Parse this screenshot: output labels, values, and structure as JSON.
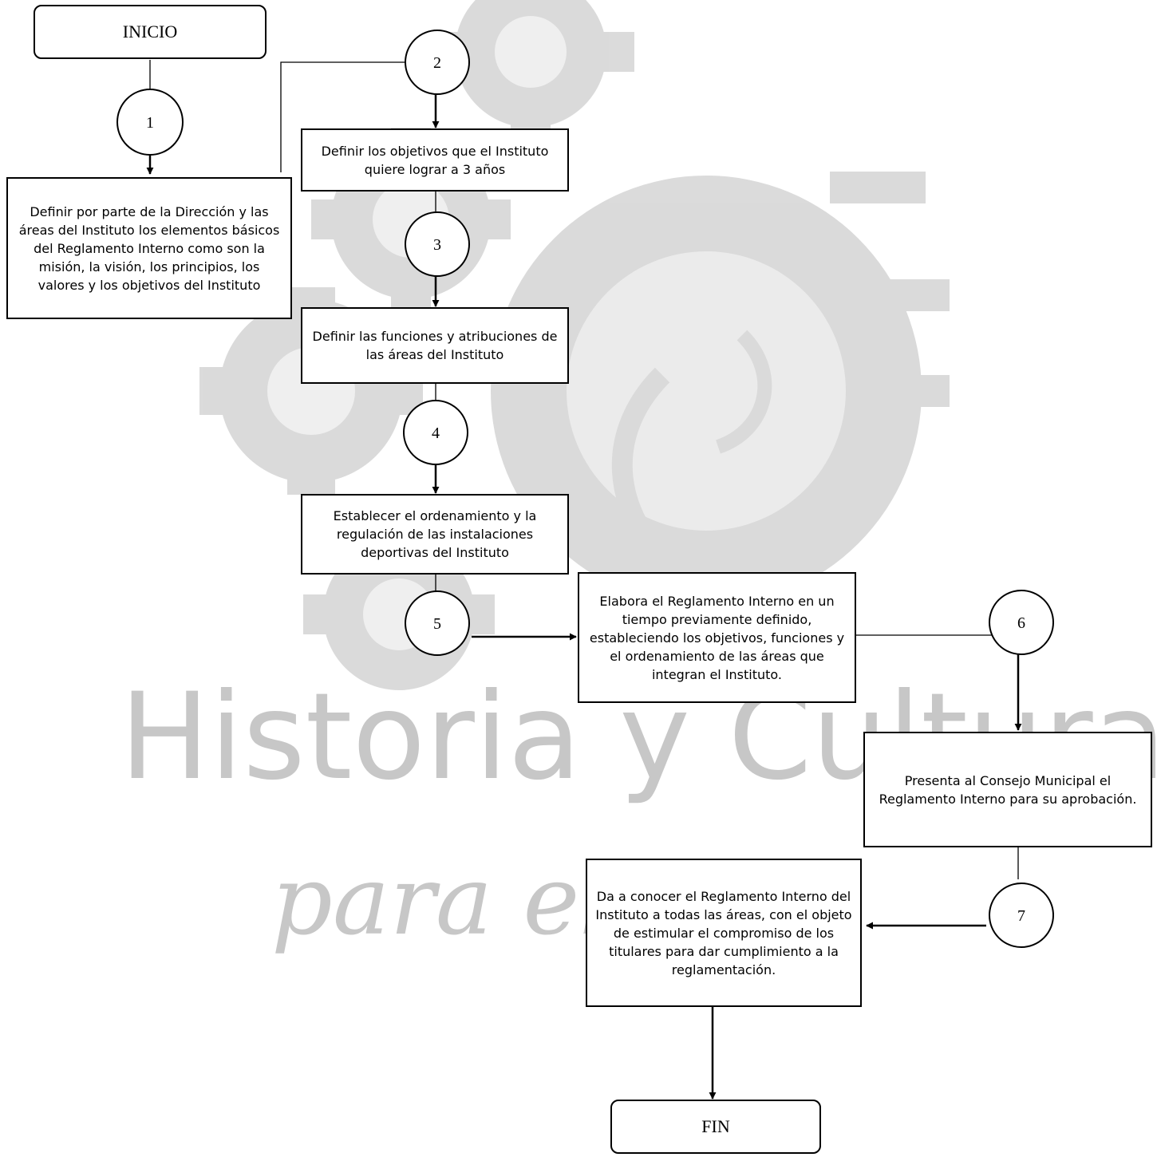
{
  "watermark": {
    "main_text": "Historia y Cultura",
    "script_text": "para el",
    "colors": {
      "gear": "#bdbdbd",
      "text": "#9a9a9a"
    },
    "icons": [
      "gear-icon",
      "emblem-icon"
    ]
  },
  "terminals": {
    "start": "INICIO",
    "end": "FIN"
  },
  "connectors": [
    "1",
    "2",
    "3",
    "4",
    "5",
    "6",
    "7"
  ],
  "steps": [
    "Definir por parte de la Dirección y las áreas del Instituto los elementos básicos del Reglamento Interno como son la misión, la visión, los principios, los valores y los objetivos del Instituto",
    "Definir los objetivos que el Instituto quiere lograr a 3 años",
    "Definir las funciones y atribuciones de las áreas del Instituto",
    "Establecer el ordenamiento y la regulación de las instalaciones deportivas del Instituto",
    "Elabora el Reglamento Interno en un tiempo previamente definido, estableciendo los objetivos, funciones y el ordenamiento de las áreas que integran el Instituto.",
    "Presenta al Consejo Municipal el Reglamento Interno para su aprobación.",
    "Da a conocer el Reglamento Interno del Instituto a todas las áreas, con el objeto de estimular el compromiso de los titulares para dar cumplimiento a la reglamentación."
  ],
  "colors": {
    "line": "#000000",
    "box_fill": "#ffffff"
  }
}
